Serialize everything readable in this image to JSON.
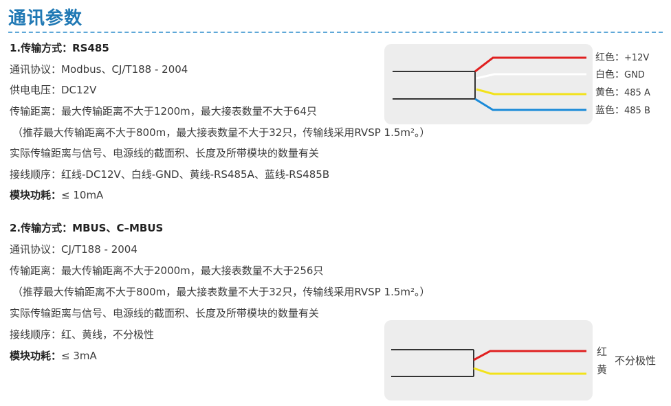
{
  "header": {
    "title": "通讯参数"
  },
  "section1": {
    "heading": "1.传输方式：RS485",
    "protocol": "通讯协议：Modbus、CJ/T188 - 2004",
    "power": "供电电压：DC12V",
    "distance": "传输距离：最大传输距离不大于1200m，最大接表数量不大于64只",
    "recommend": "（推荐最大传输距离不大于800m，最大接表数量不大于32只，传输线采用RVSP 1.5m²。）",
    "note": "实际传输距离与信号、电源线的截面积、长度及所带模块的数量有关",
    "wiring": "接线顺序：红线-DC12V、白线-GND、黄线-RS485A、蓝线-RS485B",
    "consumption_label": "模块功耗：",
    "consumption_value": "≤ 10mA",
    "wires": [
      {
        "label": "红色：",
        "value": "+12V",
        "color": "#e02020"
      },
      {
        "label": "白色：",
        "value": "GND",
        "color": "#ffffff"
      },
      {
        "label": "黄色：",
        "value": "485 A",
        "color": "#f2e21a"
      },
      {
        "label": "蓝色：",
        "value": "485 B",
        "color": "#1a8ad8"
      }
    ]
  },
  "section2": {
    "heading": "2.传输方式：MBUS、C–MBUS",
    "protocol": "通讯协议：CJ/T188 - 2004",
    "distance": "传输距离：最大传输距离不大于2000m，最大接表数量不大于256只",
    "recommend": "（推荐最大传输距离不大于800m，最大接表数量不大于32只，传输线采用RVSP 1.5m²。）",
    "note": "实际传输距离与信号、电源线的截面积、长度及所带模块的数量有关",
    "wiring": "接线顺序：红、黄线，不分极性",
    "consumption_label": "模块功耗：",
    "consumption_value": "≤ 3mA",
    "wires": [
      {
        "label": "红",
        "color": "#e02020"
      },
      {
        "label": "黄",
        "color": "#f2e21a"
      }
    ],
    "polarity_note": "不分极性"
  },
  "colors": {
    "title": "#1f78b4",
    "dash": "#5fa8d8",
    "panel": "#ededed",
    "cable": "#333333"
  }
}
